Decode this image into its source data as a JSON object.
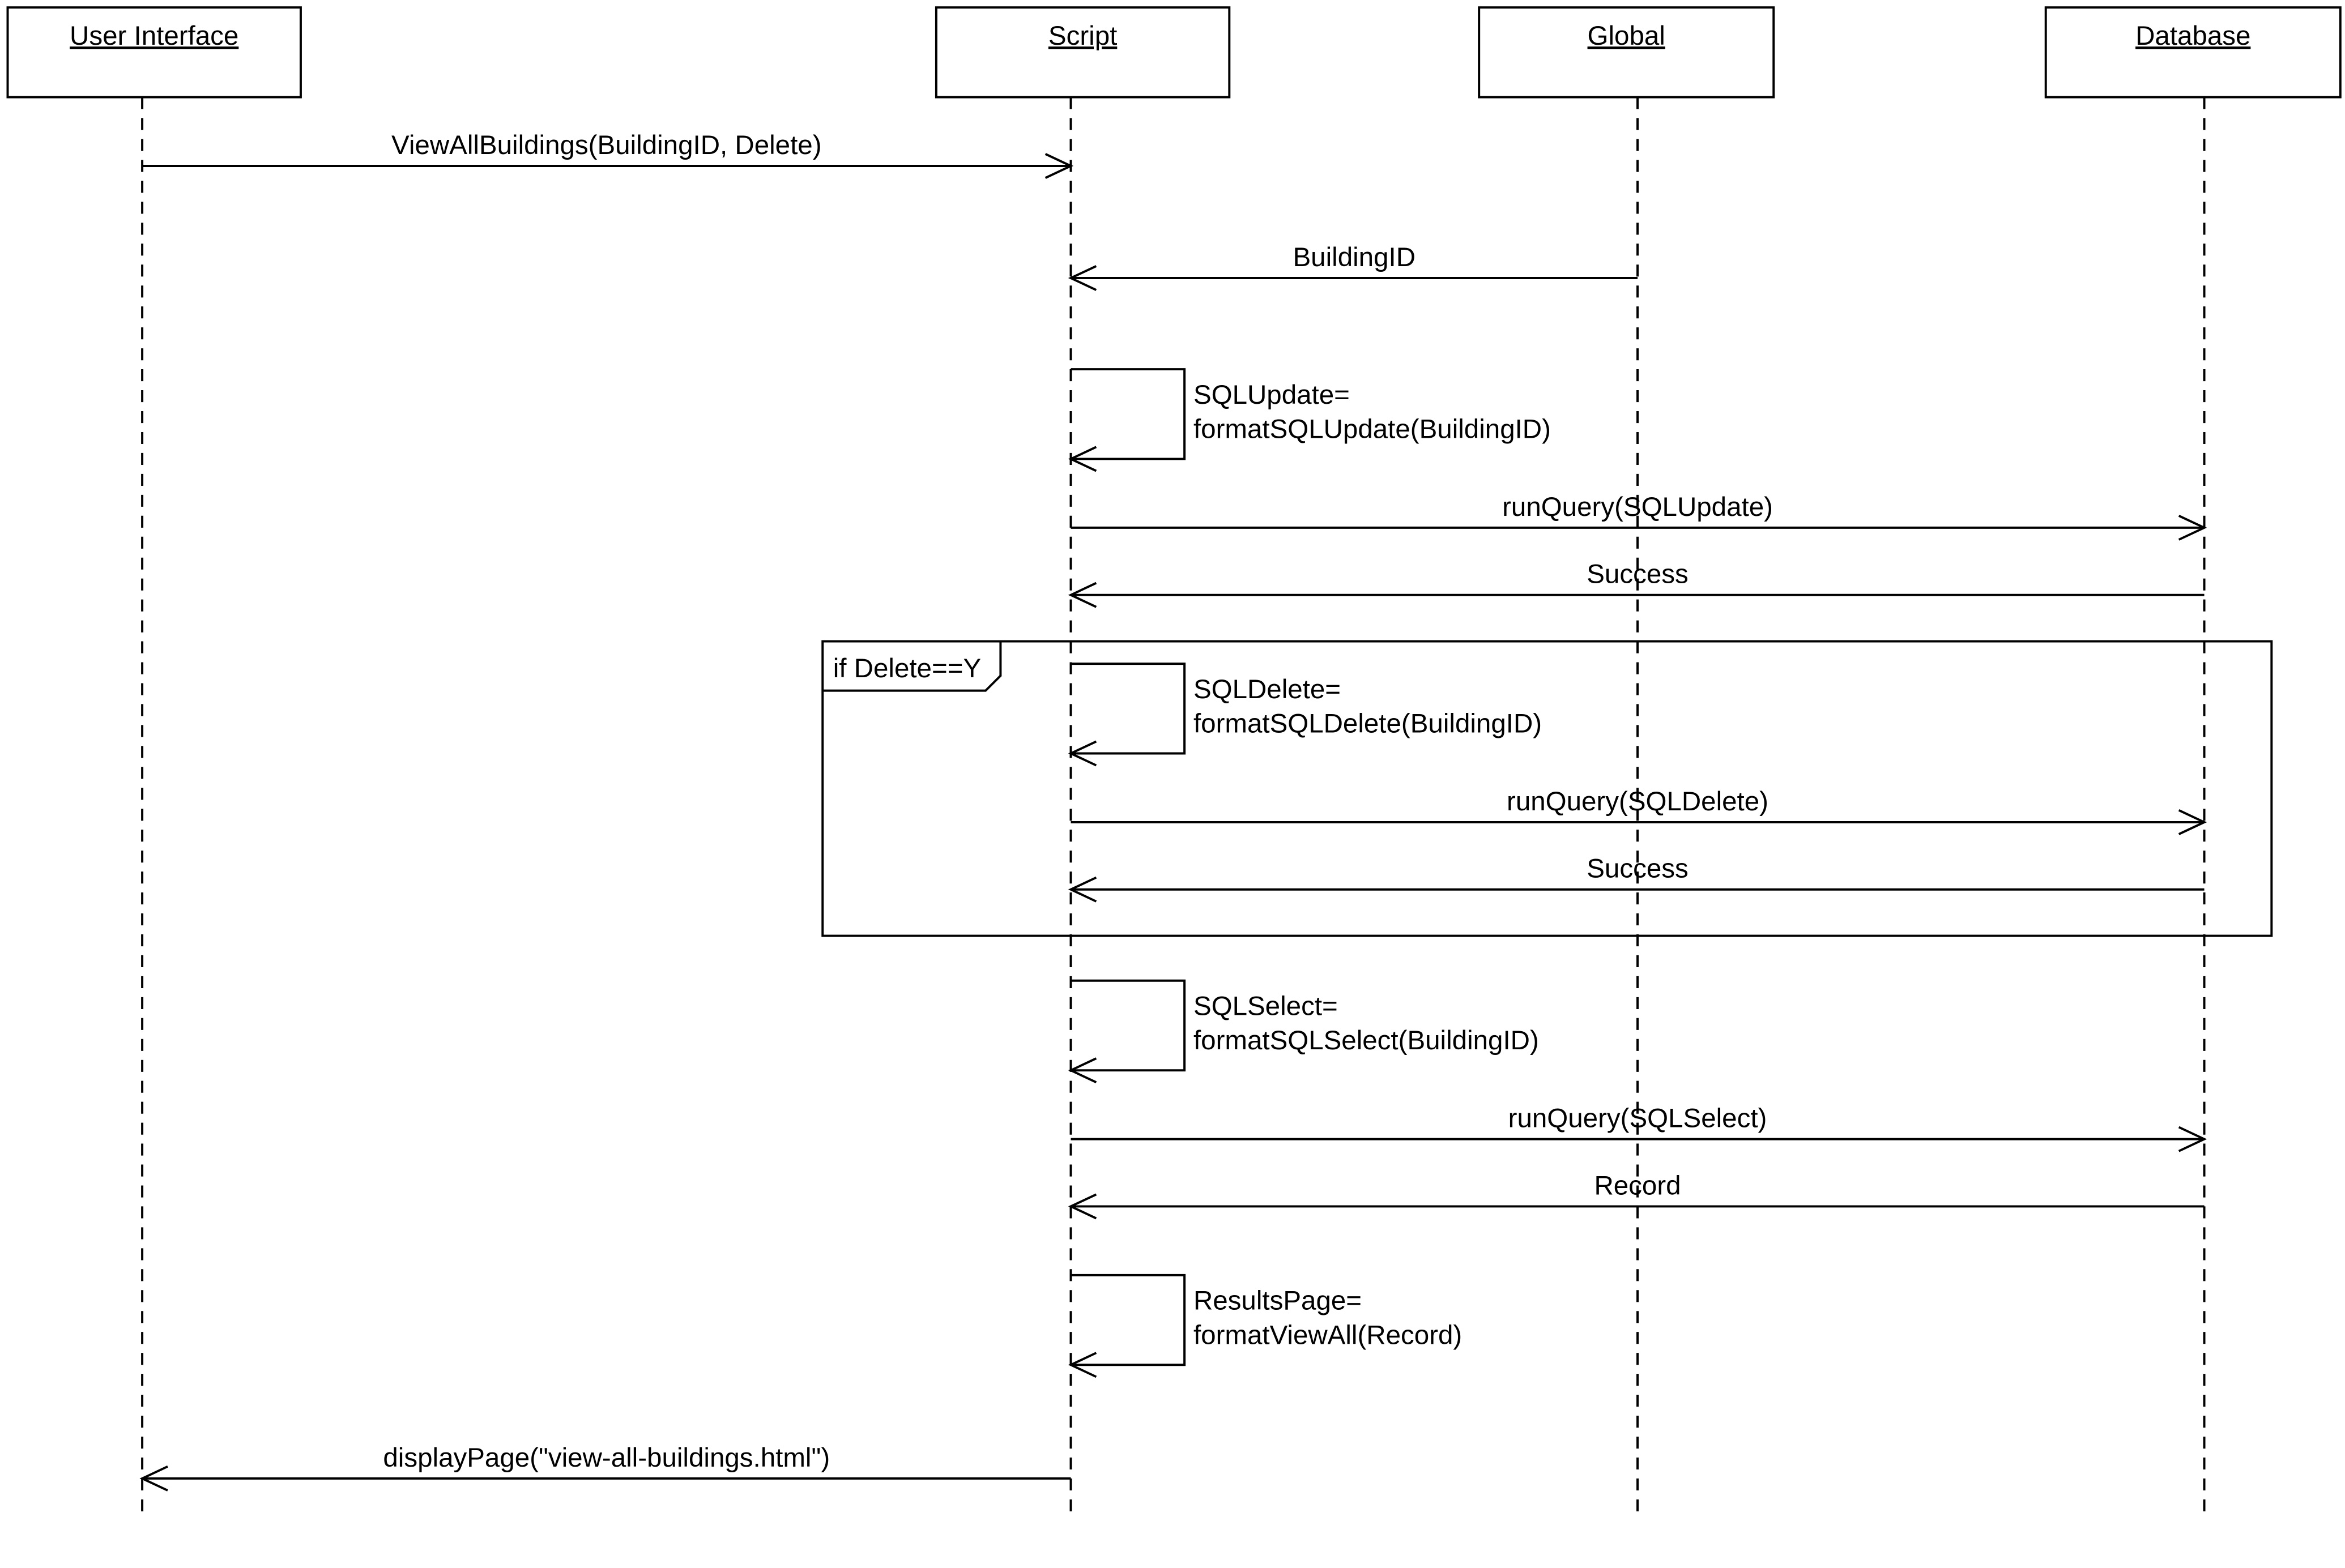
{
  "diagram": {
    "type": "sequence",
    "participants": [
      {
        "id": "ui",
        "name": "User Interface"
      },
      {
        "id": "script",
        "name": "Script"
      },
      {
        "id": "global",
        "name": "Global"
      },
      {
        "id": "db",
        "name": "Database"
      }
    ],
    "fragment": {
      "label": "if Delete==Y"
    },
    "messages": [
      {
        "from": "ui",
        "to": "script",
        "label": "ViewAllBuildings(BuildingID, Delete)"
      },
      {
        "from": "global",
        "to": "script",
        "label": "BuildingID"
      },
      {
        "from": "script",
        "to": "script",
        "label": [
          "SQLUpdate=",
          "formatSQLUpdate(BuildingID)"
        ]
      },
      {
        "from": "script",
        "to": "db",
        "label": "runQuery(SQLUpdate)"
      },
      {
        "from": "db",
        "to": "script",
        "label": "Success"
      },
      {
        "from": "script",
        "to": "script",
        "label": [
          "SQLDelete=",
          "formatSQLDelete(BuildingID)"
        ],
        "in_fragment": true
      },
      {
        "from": "script",
        "to": "db",
        "label": "runQuery(SQLDelete)",
        "in_fragment": true
      },
      {
        "from": "db",
        "to": "script",
        "label": "Success",
        "in_fragment": true
      },
      {
        "from": "script",
        "to": "script",
        "label": [
          "SQLSelect=",
          "formatSQLSelect(BuildingID)"
        ]
      },
      {
        "from": "script",
        "to": "db",
        "label": "runQuery(SQLSelect)"
      },
      {
        "from": "db",
        "to": "script",
        "label": "Record"
      },
      {
        "from": "script",
        "to": "script",
        "label": [
          "ResultsPage=",
          "formatViewAll(Record)"
        ]
      },
      {
        "from": "script",
        "to": "ui",
        "label": "displayPage(\"view-all-buildings.html\")"
      }
    ]
  },
  "colors": {
    "stroke": "#000000",
    "background": "#ffffff"
  }
}
